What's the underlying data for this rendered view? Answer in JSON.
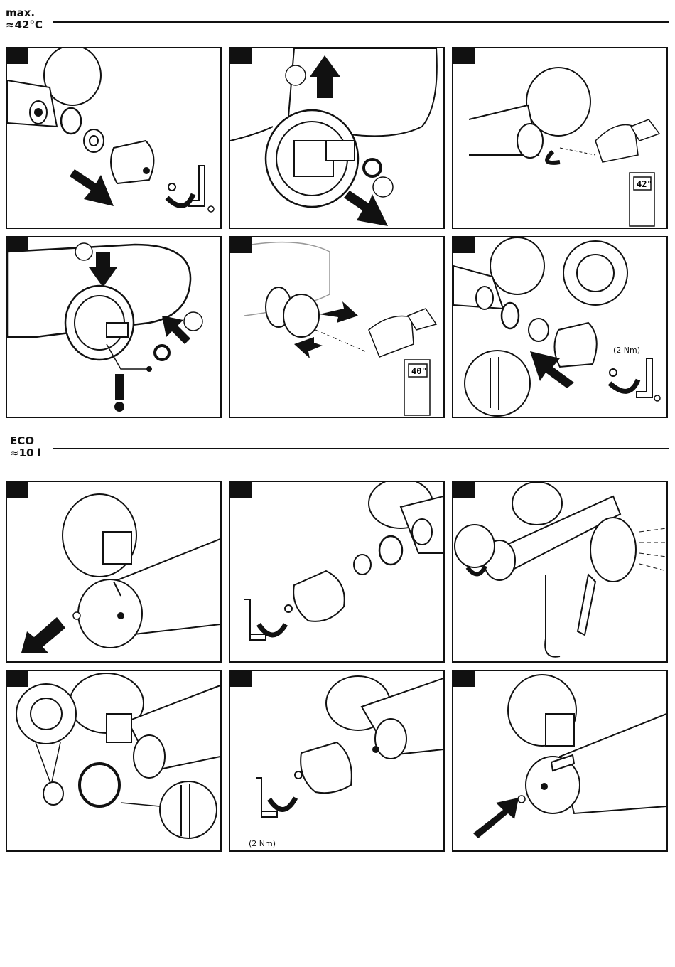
{
  "sections": [
    {
      "line1": "max.",
      "line2": "≈42°C"
    },
    {
      "line1": "ECO",
      "line2": "≈10 l"
    }
  ],
  "panels": {
    "p3": {
      "lcd": "42°"
    },
    "p5": {
      "lcd": "40°"
    },
    "p6": {
      "torque": "(2 Nm)"
    },
    "p11": {
      "torque": "(2 Nm)"
    }
  },
  "icons": [
    "arrow-icon",
    "hex-key-icon",
    "hand-icon",
    "exclamation-icon",
    "shower-head-icon"
  ]
}
